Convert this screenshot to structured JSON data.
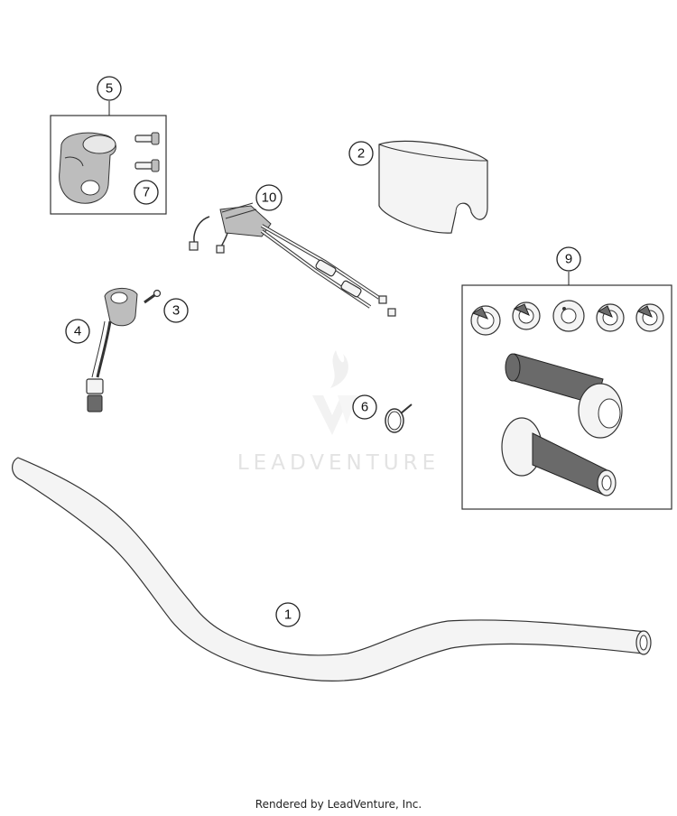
{
  "watermark": {
    "text": "LEADVENTURE"
  },
  "footer": {
    "text": "Rendered by LeadVenture, Inc."
  },
  "callouts": {
    "c1": "1",
    "c2": "2",
    "c3": "3",
    "c4": "4",
    "c5": "5",
    "c6": "6",
    "c7": "7",
    "c9": "9",
    "c10": "10"
  }
}
